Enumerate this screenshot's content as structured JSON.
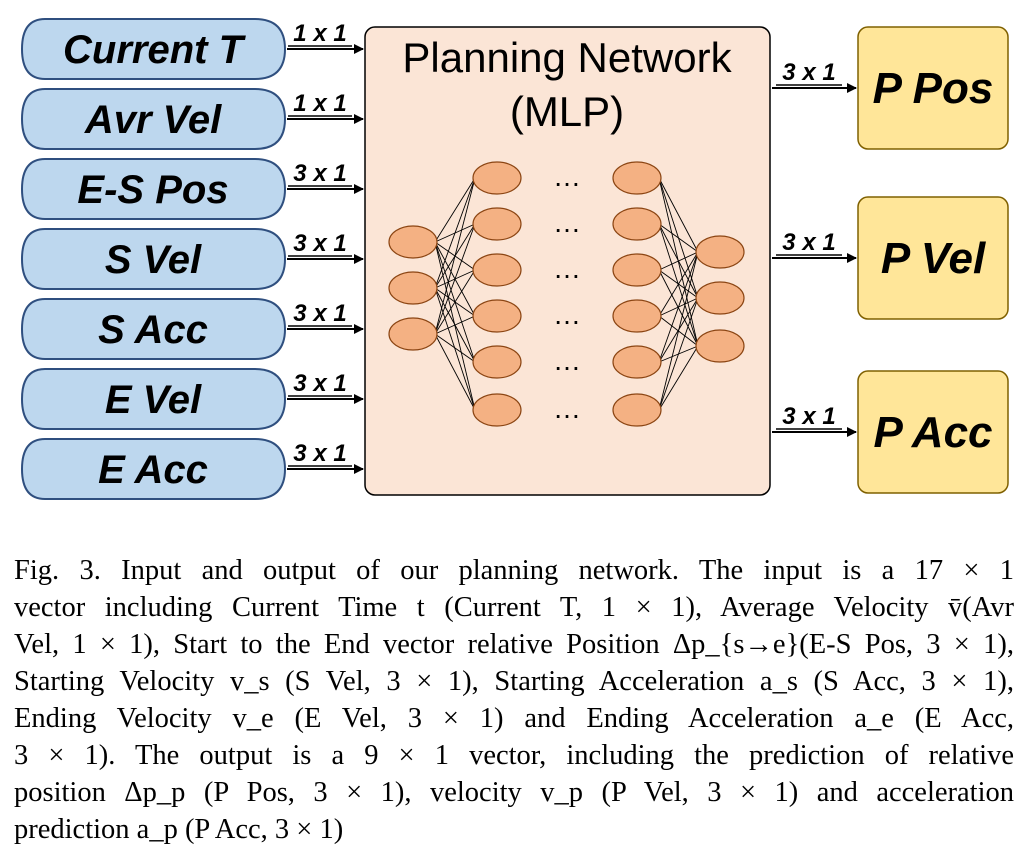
{
  "inputs": [
    {
      "label": "Current T",
      "dim": "1 x 1"
    },
    {
      "label": "Avr Vel",
      "dim": "1 x 1"
    },
    {
      "label": "E-S Pos",
      "dim": "3 x 1"
    },
    {
      "label": "S Vel",
      "dim": "3 x 1"
    },
    {
      "label": "S Acc",
      "dim": "3 x 1"
    },
    {
      "label": "E Vel",
      "dim": "3 x 1"
    },
    {
      "label": "E Acc",
      "dim": "3 x 1"
    }
  ],
  "network": {
    "title_line1": "Planning Network",
    "title_line2": "(MLP)",
    "ellipsis": "…"
  },
  "outputs": [
    {
      "label": "P Pos",
      "dim": "3 x 1"
    },
    {
      "label": "P Vel",
      "dim": "3 x 1"
    },
    {
      "label": "P Acc",
      "dim": "3 x 1"
    }
  ],
  "colors": {
    "input_fill": "#bdd7ee",
    "input_stroke": "#2f4f7f",
    "network_fill": "#fbe5d6",
    "node_fill": "#f4b183",
    "output_fill": "#ffe699"
  },
  "caption": {
    "lines": [
      "Fig. 3.     Input and output of our planning network. The input is a 17 × 1",
      "vector including Current Time t (Current T, 1 × 1), Average Velocity v̄(Avr",
      "Vel, 1 × 1), Start to the End vector relative Position Δp_{s→e}(E-S Pos, 3 × 1),",
      "Starting Velocity v_s (S Vel, 3 × 1), Starting Acceleration a_s (S Acc, 3 × 1),",
      "Ending Velocity v_e (E Vel, 3 × 1) and Ending Acceleration a_e (E Acc,",
      "3 × 1). The output is a 9 × 1 vector, including the prediction of relative",
      "position Δp_p (P Pos, 3 × 1), velocity v_p (P Vel, 3 × 1) and acceleration",
      "prediction a_p (P Acc, 3 × 1)"
    ]
  }
}
